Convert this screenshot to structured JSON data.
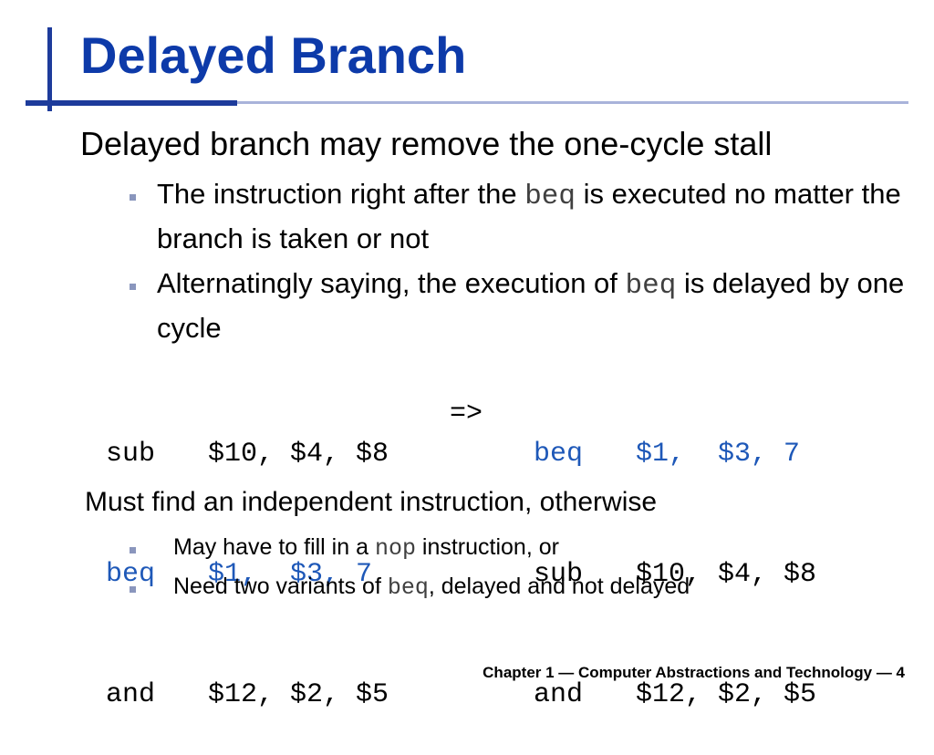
{
  "title": "Delayed Branch",
  "main_point": "Delayed branch may remove the one-cycle stall",
  "sub_points": [
    {
      "before": "The instruction right after the ",
      "code": "beq",
      "after": " is executed no matter the branch is taken or not"
    },
    {
      "before": "Alternatingly saying, the execution of ",
      "code": "beq",
      "after": " is delayed by one cycle"
    }
  ],
  "code_left": [
    {
      "op": "sub",
      "args": "$10, $4, $8",
      "highlight": false
    },
    {
      "op": "beq",
      "args": "$1,  $3, 7",
      "highlight": true
    },
    {
      "op": "and",
      "args": "$12, $2, $5",
      "highlight": false
    }
  ],
  "arrow": "=>",
  "code_right": [
    {
      "op": "beq",
      "args": "$1,  $3, 7",
      "highlight": true
    },
    {
      "op": "sub",
      "args": "$10, $4, $8",
      "highlight": false
    },
    {
      "op": "and",
      "args": "$12, $2, $5",
      "highlight": false
    }
  ],
  "second_point": "Must find an independent instruction, otherwise",
  "second_sub_points": [
    {
      "before": "May have to fill in a ",
      "code": "nop",
      "after": " instruction, or"
    },
    {
      "before": "Need two variants of ",
      "code": "beq",
      "after": ", delayed and not delayed"
    }
  ],
  "footer": "Chapter 1 — Computer Abstractions and Technology — 4",
  "colors": {
    "title": "#0d3aa9",
    "accent_bar": "#1d3b9b",
    "code_highlight": "#1e58b8",
    "bullet": "#8a96bd"
  }
}
